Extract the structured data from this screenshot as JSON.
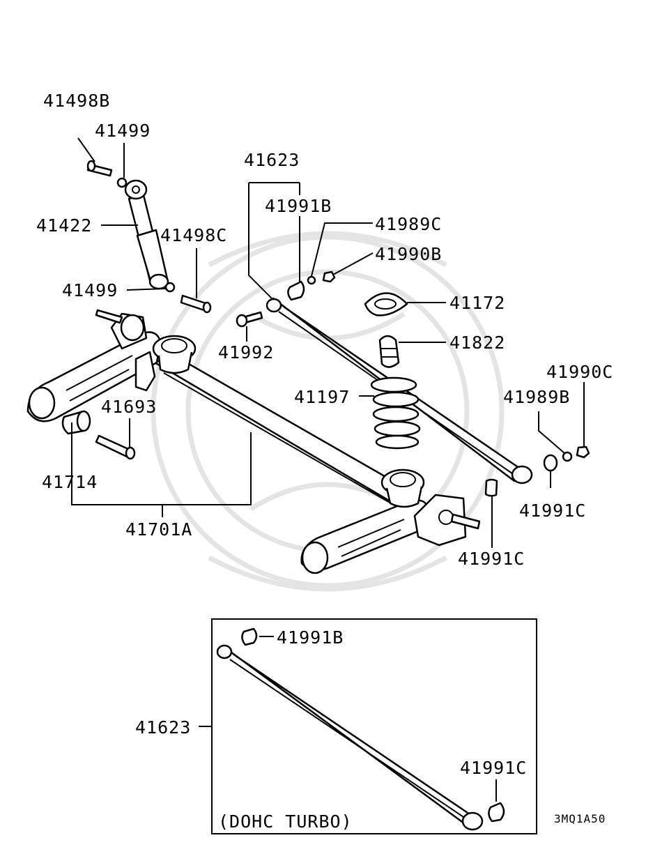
{
  "diagram": {
    "reference_code": "3MQ1A50",
    "inset_caption": "(DOHC TURBO)",
    "labels": {
      "p41498B": "41498B",
      "p41499_top": "41499",
      "p41422": "41422",
      "p41498C": "41498C",
      "p41499_low": "41499",
      "p41623": "41623",
      "p41991B": "41991B",
      "p41989C": "41989C",
      "p41990B": "41990B",
      "p41172": "41172",
      "p41992": "41992",
      "p41822": "41822",
      "p41197": "41197",
      "p41990C": "41990C",
      "p41989B": "41989B",
      "p41693": "41693",
      "p41714": "41714",
      "p41991C_right": "41991C",
      "p41701A": "41701A",
      "p41991C_mid": "41991C",
      "inset_41991B": "41991B",
      "inset_41623": "41623",
      "inset_41991C": "41991C"
    }
  }
}
